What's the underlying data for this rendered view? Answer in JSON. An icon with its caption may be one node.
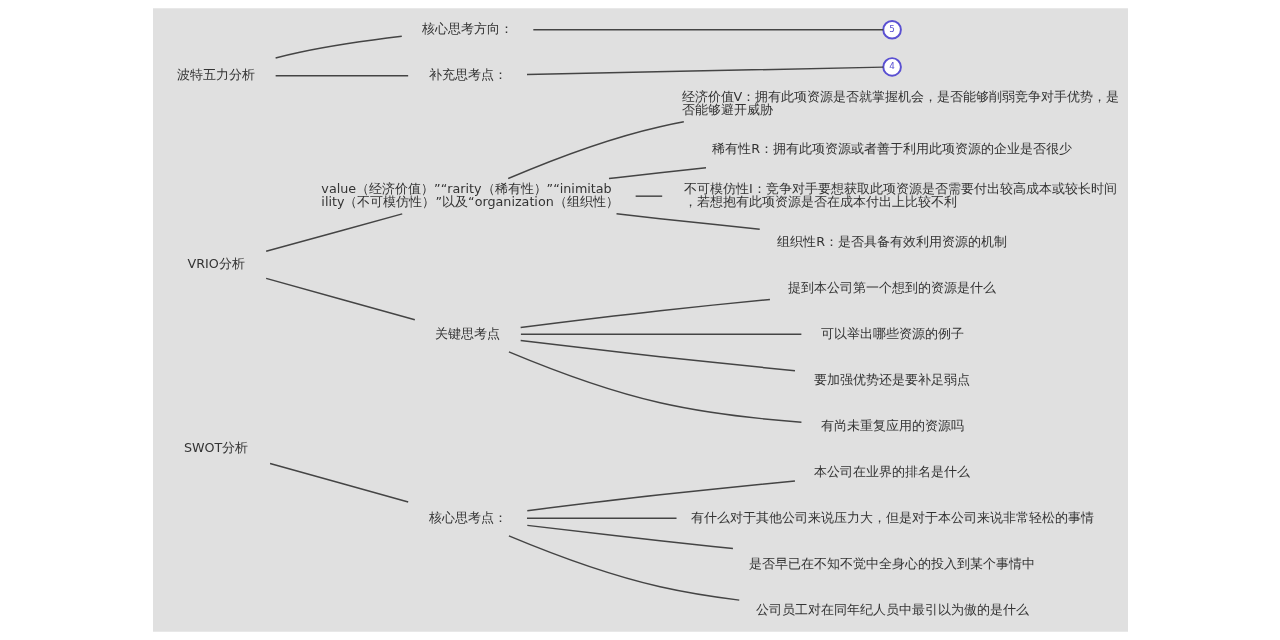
{
  "diagram": {
    "nodes": [
      {
        "text": [
          "波特五力分析"
        ]
      },
      {
        "text": [
          "核心思考方向："
        ]
      },
      {
        "text": [
          "5"
        ]
      },
      {
        "text": [
          "补充思考点："
        ]
      },
      {
        "text": [
          "4"
        ]
      },
      {
        "text": [
          "VRIO分析"
        ]
      },
      {
        "text": [
          "value（经济价值）”“rarity（稀有性）”“inimitability（不可模仿性）”以及“organization（组织性）"
        ]
      },
      {
        "text": [
          "经济价值V：拥有此项资源是否就掌握机会，是否能够削弱竞争对手优势，是否能够避开威胁"
        ]
      },
      {
        "text": [
          "稀有性R：拥有此项资源或者善于利用此项资源的企业是否很少"
        ]
      },
      {
        "text": [
          "不可模仿性I：竞争对手要想获取此项资源是否需要付出较高成本或较长时间，若想抱有此项资源是否在成本付出上比较不利"
        ]
      },
      {
        "text": [
          "组织性R：是否具备有效利用资源的机制"
        ]
      },
      {
        "text": [
          "关键思考点"
        ]
      },
      {
        "text": [
          "提到本公司第一个想到的资源是什么"
        ]
      },
      {
        "text": [
          "可以举出哪些资源的例子"
        ]
      },
      {
        "text": [
          "要加强优势还是要补足弱点"
        ]
      },
      {
        "text": [
          "有尚未重复应用的资源吗"
        ]
      },
      {
        "text": [
          "SWOT分析"
        ]
      },
      {
        "text": [
          "核心思考点："
        ]
      },
      {
        "text": [
          "本公司在业界的排名是什么"
        ]
      },
      {
        "text": [
          "有什么对于其他公司来说压力大，但是对于本公司来说非常轻松的事情"
        ]
      },
      {
        "text": [
          "是否早已在不知不觉中全身心的投入到某个事情中"
        ]
      },
      {
        "text": [
          "公司员工对在同年纪人员中最引以为傲的是什么"
        ]
      }
    ],
    "edges": [
      {
        "from": 0,
        "to": 1,
        "arrow": "none"
      },
      {
        "from": 1,
        "to": 2,
        "arrow": "none"
      },
      {
        "from": 0,
        "to": 3,
        "arrow": "none"
      },
      {
        "from": 3,
        "to": 4,
        "arrow": "none"
      },
      {
        "from": 5,
        "to": 6,
        "arrow": "none"
      },
      {
        "from": 6,
        "to": 7,
        "arrow": "none"
      },
      {
        "from": 6,
        "to": 8,
        "arrow": "none"
      },
      {
        "from": 6,
        "to": 9,
        "arrow": "none"
      },
      {
        "from": 6,
        "to": 10,
        "arrow": "none"
      },
      {
        "from": 5,
        "to": 11,
        "arrow": "none"
      },
      {
        "from": 11,
        "to": 12,
        "arrow": "none"
      },
      {
        "from": 11,
        "to": 13,
        "arrow": "none"
      },
      {
        "from": 11,
        "to": 14,
        "arrow": "none"
      },
      {
        "from": 11,
        "to": 15,
        "arrow": "none"
      },
      {
        "from": 16,
        "to": 17,
        "arrow": "none"
      },
      {
        "from": 17,
        "to": 18,
        "arrow": "none"
      },
      {
        "from": 17,
        "to": 19,
        "arrow": "none"
      },
      {
        "from": 17,
        "to": 20,
        "arrow": "none"
      },
      {
        "from": 17,
        "to": 21,
        "arrow": "none"
      }
    ]
  }
}
